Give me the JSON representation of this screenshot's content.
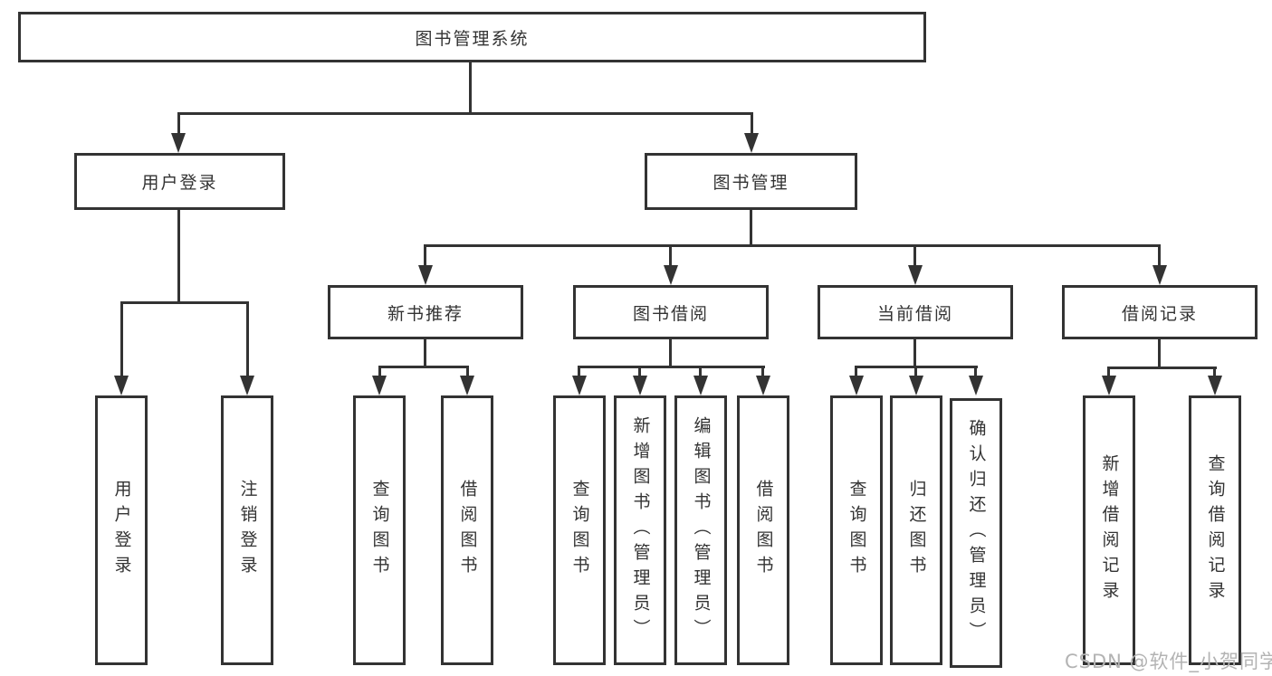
{
  "tree": {
    "label": "图书管理系统",
    "children": [
      {
        "label": "用户登录",
        "children": [
          {
            "label": "用户登录"
          },
          {
            "label": "注销登录"
          }
        ]
      },
      {
        "label": "图书管理",
        "children": [
          {
            "label": "新书推荐",
            "children": [
              {
                "label": "查询图书"
              },
              {
                "label": "借阅图书"
              }
            ]
          },
          {
            "label": "图书借阅",
            "children": [
              {
                "label": "查询图书"
              },
              {
                "label": "新增图书（管理员）"
              },
              {
                "label": "编辑图书（管理员）"
              },
              {
                "label": "借阅图书"
              }
            ]
          },
          {
            "label": "当前借阅",
            "children": [
              {
                "label": "查询图书"
              },
              {
                "label": "归还图书"
              },
              {
                "label": "确认归还（管理员）"
              }
            ]
          },
          {
            "label": "借阅记录",
            "children": [
              {
                "label": "新增借阅记录"
              },
              {
                "label": "查询借阅记录"
              }
            ]
          }
        ]
      }
    ]
  },
  "watermark": {
    "text": "CSDN @软件_小贺同学"
  },
  "colors": {
    "line": "#333333",
    "text": "#333333",
    "watermark_text": "#b3b3b3",
    "background": "#ffffff"
  }
}
